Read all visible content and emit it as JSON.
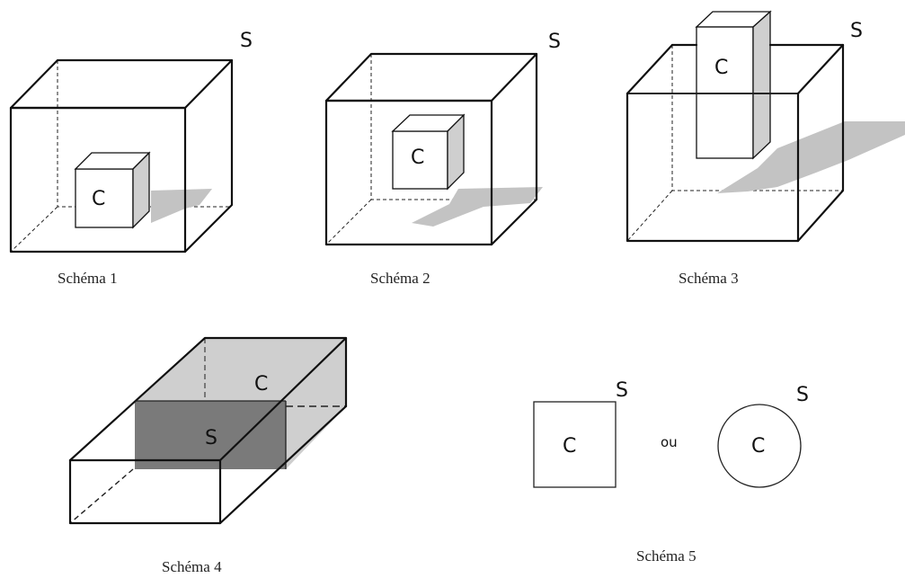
{
  "labels": {
    "s": "S",
    "c": "C",
    "ou": "ou"
  },
  "captions": {
    "schema1": "Schéma 1",
    "schema2": "Schéma 2",
    "schema3": "Schéma 3",
    "schema4": "Schéma 4",
    "schema5": "Schéma 5"
  },
  "colors": {
    "line": "#111111",
    "shadow": "#c3c3c3",
    "light_face": "#cfcfcf",
    "dark_face": "#7a7a7a"
  }
}
